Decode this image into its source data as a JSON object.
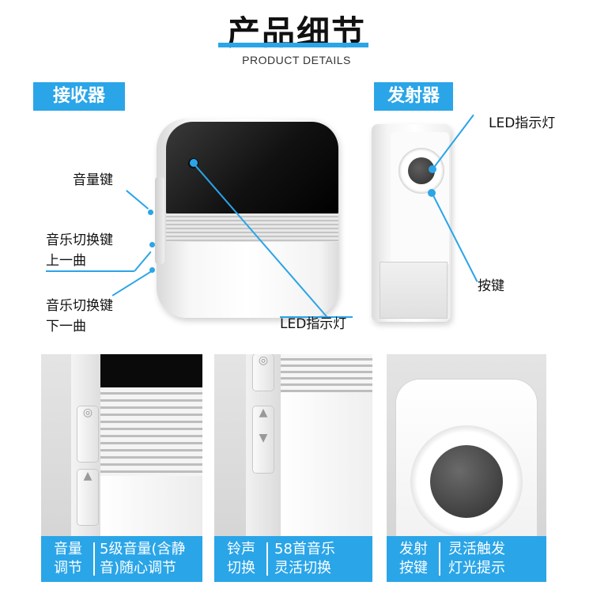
{
  "header": {
    "title": "产品细节",
    "subtitle": "PRODUCT DETAILS"
  },
  "receiver": {
    "badge": "接收器",
    "callouts": {
      "volume_key": "音量键",
      "prev_key_line1": "音乐切换键",
      "prev_key_line2": "上一曲",
      "next_key_line1": "音乐切换键",
      "next_key_line2": "下一曲",
      "led": "LED指示灯"
    }
  },
  "transmitter": {
    "badge": "发射器",
    "callouts": {
      "led": "LED指示灯",
      "button": "按键"
    }
  },
  "panels": [
    {
      "label_line1": "音量",
      "label_line2": "调节",
      "desc_line1": "5级音量(含静",
      "desc_line2": "音)随心调节"
    },
    {
      "label_line1": "铃声",
      "label_line2": "切换",
      "desc_line1": "58首音乐",
      "desc_line2": "灵活切换"
    },
    {
      "label_line1": "发射",
      "label_line2": "按键",
      "desc_line1": "灵活触发",
      "desc_line2": "灯光提示"
    }
  ],
  "colors": {
    "accent": "#2aa5e8",
    "device_black": "#0a0a0a",
    "device_white": "#ffffff"
  }
}
